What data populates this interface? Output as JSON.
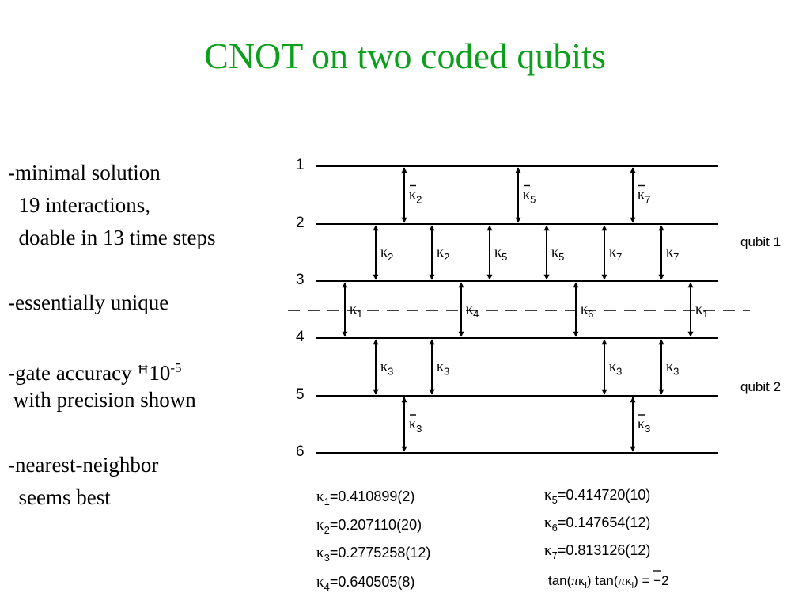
{
  "title": "CNOT on two coded qubits",
  "bullets": [
    "-minimal solution",
    "  19 interactions,",
    "  doable in 13 time steps",
    "",
    "-essentially unique",
    "",
    "-gate accuracy",
    " with precision shown",
    "",
    "-nearest-neighbor",
    "  seems best"
  ],
  "accuracy_symbol": "ꟸ",
  "accuracy_base": "10",
  "accuracy_exponent": "-5",
  "diagram": {
    "level_labels": [
      "1",
      "2",
      "3",
      "4",
      "5",
      "6"
    ],
    "qubit_labels": [
      "qubit 1",
      "qubit 2"
    ],
    "kappa_symbol": "κ",
    "interactions": [
      {
        "label": "2",
        "bar": true
      },
      {
        "label": "5",
        "bar": true
      },
      {
        "label": "7",
        "bar": true
      },
      {
        "label": "2",
        "bar": false
      },
      {
        "label": "2",
        "bar": false
      },
      {
        "label": "5",
        "bar": false
      },
      {
        "label": "5",
        "bar": false
      },
      {
        "label": "7",
        "bar": false
      },
      {
        "label": "7",
        "bar": false
      },
      {
        "label": "1",
        "bar": false
      },
      {
        "label": "4",
        "bar": false
      },
      {
        "label": "6",
        "bar": false
      },
      {
        "label": "1",
        "bar": false
      },
      {
        "label": "3",
        "bar": false
      },
      {
        "label": "3",
        "bar": false
      },
      {
        "label": "3",
        "bar": false
      },
      {
        "label": "3",
        "bar": false
      },
      {
        "label": "3",
        "bar": true
      },
      {
        "label": "3",
        "bar": true
      }
    ]
  },
  "constants": [
    {
      "sub": "1",
      "value": "=0.410899(2)"
    },
    {
      "sub": "2",
      "value": "=0.207110(20)"
    },
    {
      "sub": "3",
      "value": "=0.2775258(12)"
    },
    {
      "sub": "4",
      "value": "=0.640505(8)"
    },
    {
      "sub": "5",
      "value": "=0.414720(10)"
    },
    {
      "sub": "6",
      "value": "=0.147654(12)"
    },
    {
      "sub": "7",
      "value": "=0.813126(12)"
    }
  ],
  "relation": {
    "prefix": "tan(",
    "pi": "π",
    "kappa": "κ",
    "sub": "i",
    "mid": ") tan(",
    "suffix": ") = −2"
  }
}
